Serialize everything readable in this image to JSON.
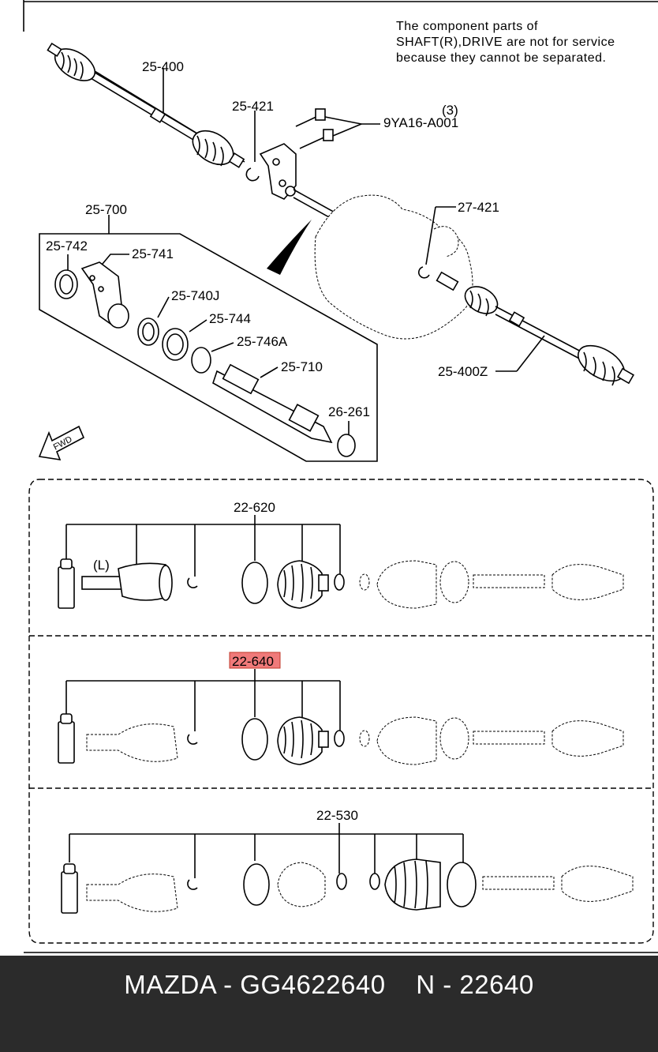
{
  "note": {
    "line1": "The component parts of",
    "line2": "SHAFT(R),DRIVE are not for service",
    "line3": "because they cannot be separated."
  },
  "labels": {
    "p25_400": "25-400",
    "p25_421": "25-421",
    "bolt_qty": "(3)",
    "bolt_part": "9YA16-A001",
    "p25_700": "25-700",
    "p27_421": "27-421",
    "p25_742": "25-742",
    "p25_741": "25-741",
    "p25_740J": "25-740J",
    "p25_744": "25-744",
    "p25_746A": "25-746A",
    "p25_710": "25-710",
    "p26_261": "26-261",
    "p25_400Z": "25-400Z",
    "fwd": "FWD"
  },
  "kits": {
    "kit1_part": "22-620",
    "kit1_side": "(L)",
    "kit2_part": "22-640",
    "kit3_part": "22-530"
  },
  "highlight_color": "#f07a7a",
  "footer": {
    "text": "MAZDA - GG4622640    N - 22640"
  }
}
